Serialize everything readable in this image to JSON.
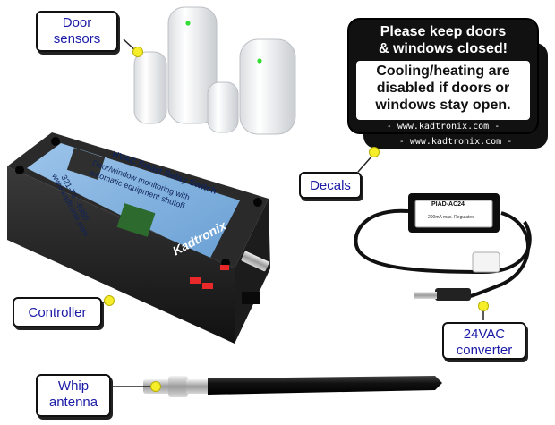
{
  "labels": {
    "door_sensors": "Door\nsensors",
    "decals": "Decals",
    "controller": "Controller",
    "converter": "24VAC\nconverter",
    "antenna": "Whip\nantenna"
  },
  "decal": {
    "headline": "Please keep doors\n& windows closed!",
    "body": "Cooling/heating are\ndisabled if doors or\nwindows stay open.",
    "website_front": "- www.kadtronix.com -",
    "website_back": "- www.kadtronix.com -"
  },
  "controller": {
    "brand": "Kadtronix",
    "label_title": "HVAC Smart Relay Switch",
    "label_subtitle": "Door/window monitoring with\nautomatic equipment shutoff",
    "phone": "321-757-9380",
    "website": "www.kadtronix.com"
  },
  "converter": {
    "model": "PIAD-AC24",
    "spec": "200mA max. Regulated"
  },
  "colors": {
    "label_text": "#1a1aa6",
    "callout_dot": "#f6ee2a",
    "decal_bg": "#111111",
    "controller_sticker": "#7fb2e0",
    "led_red": "#ff2a2a",
    "sensor_led": "#33dd33"
  }
}
